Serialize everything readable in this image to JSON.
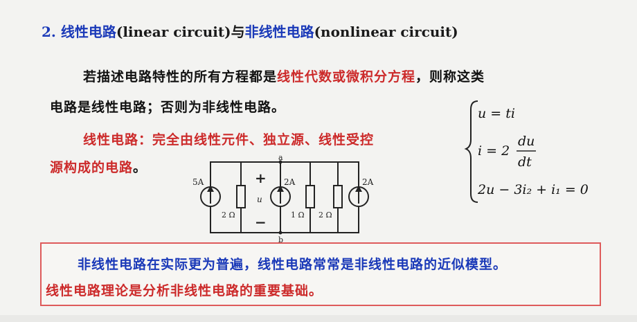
{
  "heading": {
    "number": "2.",
    "linear_zh": "线性电路",
    "linear_en": "(linear circuit)",
    "connector": "与",
    "nonlinear_zh": "非线性电路",
    "nonlinear_en": "(nonlinear circuit)"
  },
  "definition": {
    "line1_prefix": "若描述电路特性的所有方程都是",
    "line1_highlight": "线性代数或微积分方程",
    "line1_suffix": "，则称这类",
    "line2": "电路是线性电路；否则为非线性电路。"
  },
  "linear_def": {
    "line1": "线性电路：完全由线性元件、独立源、线性受控",
    "line2_red": "源构成的电路",
    "line2_end": "。"
  },
  "circuit": {
    "node_top": "a",
    "node_bottom": "b",
    "source1": "5A",
    "source2": "2A",
    "source3": "2A",
    "r1": "2 Ω",
    "r2": "1 Ω",
    "r3": "2 Ω",
    "voltage": "u",
    "plus": "+",
    "minus": "−"
  },
  "equations": {
    "eq1": "u = ti",
    "eq2_left": "i = 2",
    "eq2_num": "du",
    "eq2_den": "dt",
    "eq3": "2u − 3i₂ + i₁ = 0"
  },
  "note": {
    "line1": "非线性电路在实际更为普遍，线性电路常常是非线性电路的近似模型。",
    "line2": "线性电路理论是分析非线性电路的重要基础。"
  },
  "colors": {
    "blue": "#1a39b8",
    "red": "#cc2a2a",
    "border": "#de5a5a"
  }
}
